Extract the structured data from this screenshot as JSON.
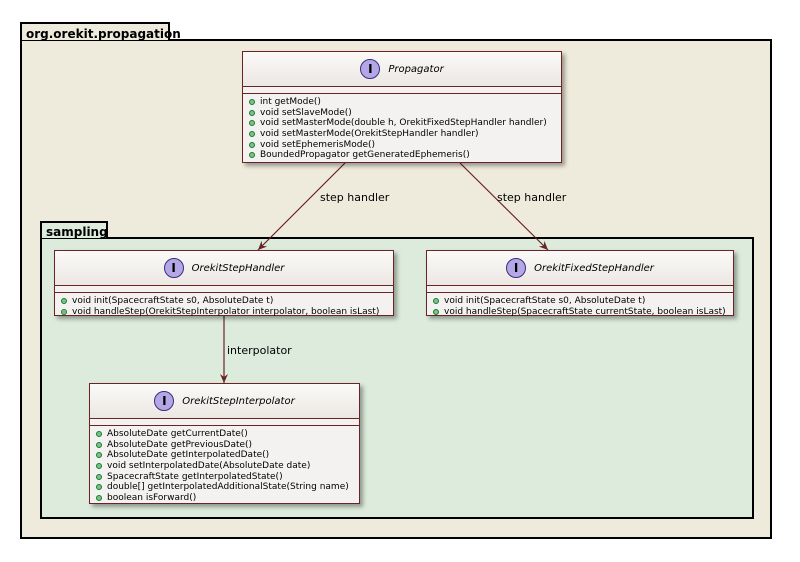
{
  "outer_package": {
    "name": "org.orekit.propagation"
  },
  "inner_package": {
    "name": "sampling"
  },
  "propagator": {
    "stereotype": "I",
    "name": "Propagator",
    "methods": [
      "int getMode()",
      "void setSlaveMode()",
      "void setMasterMode(double h, OrekitFixedStepHandler handler)",
      "void setMasterMode(OrekitStepHandler handler)",
      "void setEphemerisMode()",
      "BoundedPropagator getGeneratedEphemeris()"
    ]
  },
  "step_handler": {
    "stereotype": "I",
    "name": "OrekitStepHandler",
    "methods": [
      "void init(SpacecraftState s0, AbsoluteDate t)",
      "void handleStep(OrekitStepInterpolator interpolator, boolean isLast)"
    ]
  },
  "fixed_step_handler": {
    "stereotype": "I",
    "name": "OrekitFixedStepHandler",
    "methods": [
      "void init(SpacecraftState s0, AbsoluteDate t)",
      "void handleStep(SpacecraftState currentState, boolean isLast)"
    ]
  },
  "step_interpolator": {
    "stereotype": "I",
    "name": "OrekitStepInterpolator",
    "methods": [
      "AbsoluteDate getCurrentDate()",
      "AbsoluteDate getPreviousDate()",
      "AbsoluteDate getInterpolatedDate()",
      "void setInterpolatedDate(AbsoluteDate date)",
      "SpacecraftState getInterpolatedState()",
      "double[] getInterpolatedAdditionalState(String name)",
      "boolean isForward()"
    ]
  },
  "relations": {
    "propagator_to_step_handler": "step handler",
    "propagator_to_fixed_step_handler": "step handler",
    "step_handler_to_interpolator": "interpolator"
  },
  "colors": {
    "outer_package_bg": "#eeebdc",
    "inner_package_bg": "#dcebdc",
    "class_border": "#6b2323",
    "badge_fill": "#b4a7e5",
    "method_dot": "#84be84"
  }
}
